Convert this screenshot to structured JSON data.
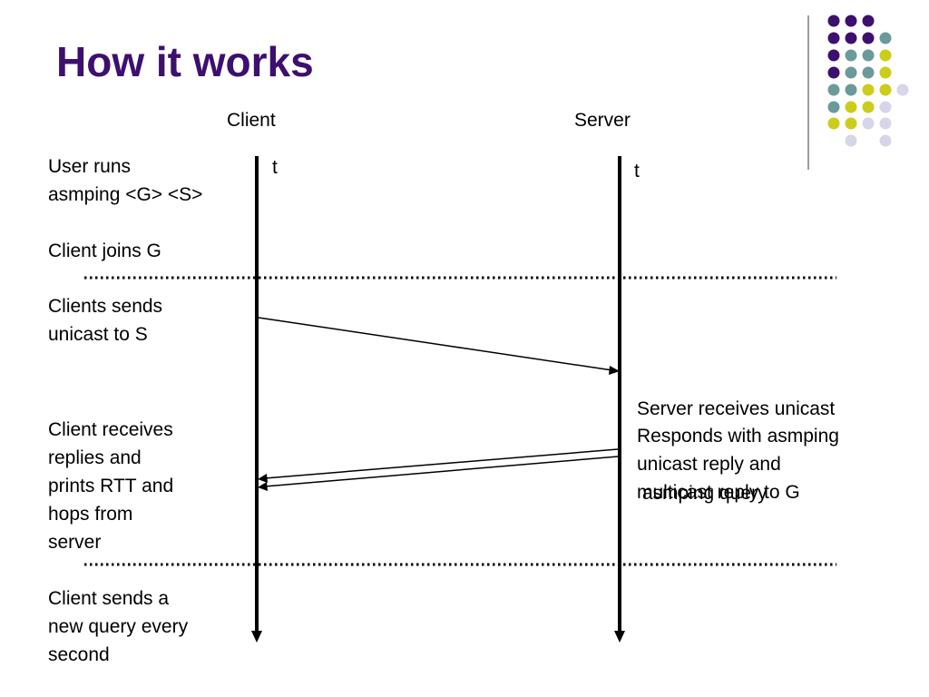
{
  "slide": {
    "title": "How it works",
    "colors": {
      "title": "#3d0f6e",
      "purple": "#3d0f6e",
      "teal": "#6b9a9a",
      "yellow": "#cccc1a",
      "lavender": "#d6d6e8",
      "divider": "#7f7f7f",
      "line": "#000000"
    }
  },
  "diagram": {
    "client_label": "Client",
    "server_label": "Server",
    "client_time": "t",
    "server_time": "t",
    "steps": [
      {
        "id": "user-runs",
        "lines": [
          "User runs",
          "asmping <G> <S>"
        ]
      },
      {
        "id": "client-joins",
        "lines": [
          "Client joins G"
        ]
      },
      {
        "id": "client-sends-unicast",
        "lines": [
          "Clients sends",
          "unicast to S"
        ]
      },
      {
        "id": "server-receives",
        "lines": [
          "Server receives unicast",
          " asmping query"
        ]
      },
      {
        "id": "server-responds",
        "lines": [
          "Responds with asmping",
          "unicast reply and",
          "multicast reply to G"
        ]
      },
      {
        "id": "client-receives",
        "lines": [
          "Client receives",
          "replies and",
          "prints RTT and",
          "hops from",
          "server"
        ]
      },
      {
        "id": "client-repeats",
        "lines": [
          "Client sends a",
          "new query every",
          "second"
        ]
      }
    ]
  }
}
